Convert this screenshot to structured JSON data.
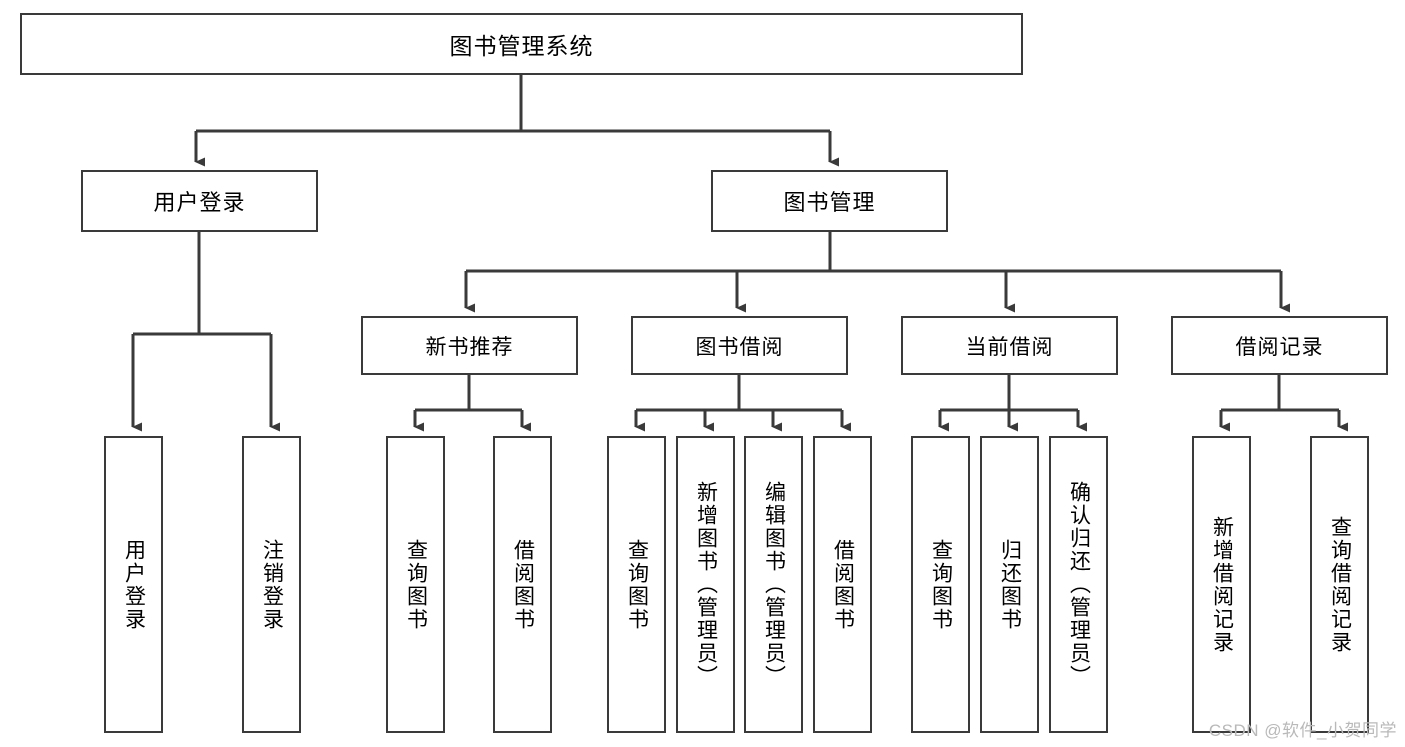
{
  "diagram": {
    "title": "图书管理系统",
    "type": "hierarchy-tree",
    "root": {
      "label": "图书管理系统"
    },
    "level2": [
      {
        "id": "user-login",
        "label": "用户登录"
      },
      {
        "id": "book-management",
        "label": "图书管理"
      }
    ],
    "level3": [
      {
        "id": "new-book-recommend",
        "label": "新书推荐"
      },
      {
        "id": "book-borrow",
        "label": "图书借阅"
      },
      {
        "id": "current-borrow",
        "label": "当前借阅"
      },
      {
        "id": "borrow-record",
        "label": "借阅记录"
      }
    ],
    "leaves": [
      {
        "id": "leaf-user-login",
        "label": "用户登录",
        "parent": "user-login"
      },
      {
        "id": "leaf-logout-login",
        "label": "注销登录",
        "parent": "user-login"
      },
      {
        "id": "leaf-query-book-1",
        "label": "查询图书",
        "parent": "new-book-recommend"
      },
      {
        "id": "leaf-borrow-book-1",
        "label": "借阅图书",
        "parent": "new-book-recommend"
      },
      {
        "id": "leaf-query-book-2",
        "label": "查询图书",
        "parent": "book-borrow"
      },
      {
        "id": "leaf-add-book",
        "label": "新增图书（管理员）",
        "parent": "book-borrow"
      },
      {
        "id": "leaf-edit-book",
        "label": "编辑图书（管理员）",
        "parent": "book-borrow"
      },
      {
        "id": "leaf-borrow-book-2",
        "label": "借阅图书",
        "parent": "book-borrow"
      },
      {
        "id": "leaf-query-book-3",
        "label": "查询图书",
        "parent": "current-borrow"
      },
      {
        "id": "leaf-return-book",
        "label": "归还图书",
        "parent": "current-borrow"
      },
      {
        "id": "leaf-confirm-return",
        "label": "确认归还（管理员）",
        "parent": "current-borrow"
      },
      {
        "id": "leaf-add-record",
        "label": "新增借阅记录",
        "parent": "borrow-record"
      },
      {
        "id": "leaf-query-record",
        "label": "查询借阅记录",
        "parent": "borrow-record"
      }
    ],
    "colors": {
      "border": "#3a3a3a",
      "background": "#ffffff",
      "text": "#000000",
      "watermark": "#b9b9b9"
    }
  },
  "watermark": {
    "text": "CSDN @软件_小贺同学"
  }
}
